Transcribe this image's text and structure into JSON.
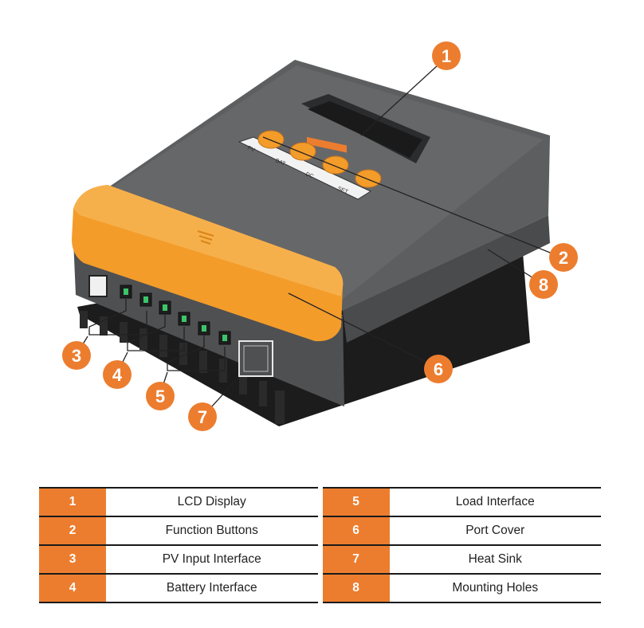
{
  "callouts": [
    "1",
    "2",
    "3",
    "4",
    "5",
    "6",
    "7",
    "8"
  ],
  "button_labels": [
    "PV",
    "BAT",
    "DC",
    "SET"
  ],
  "legend": {
    "rows": [
      {
        "left_num": "1",
        "left_label": "LCD Display",
        "right_num": "5",
        "right_label": "Load Interface"
      },
      {
        "left_num": "2",
        "left_label": "Function Buttons",
        "right_num": "6",
        "right_label": "Port Cover"
      },
      {
        "left_num": "3",
        "left_label": "PV Input Interface",
        "right_num": "7",
        "right_label": "Heat Sink"
      },
      {
        "left_num": "4",
        "left_label": "Battery Interface",
        "right_num": "8",
        "right_label": "Mounting Holes"
      }
    ]
  },
  "colors": {
    "accent": "#ec7d2f",
    "housing": "#58595b",
    "cover": "#f39c2a",
    "lcd": "#1f1f1f"
  }
}
